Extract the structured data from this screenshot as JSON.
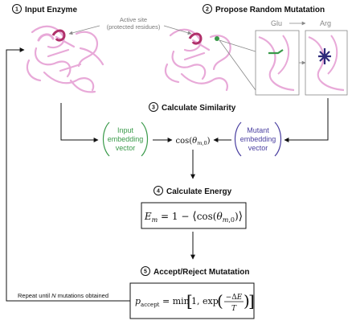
{
  "steps": [
    {
      "num": "1",
      "title": "Input Enzyme"
    },
    {
      "num": "2",
      "title": "Propose Random Mutatation"
    },
    {
      "num": "3",
      "title": "Calculate Similarity"
    },
    {
      "num": "4",
      "title": "Calculate Energy"
    },
    {
      "num": "5",
      "title": "Accept/Reject Mutatation"
    }
  ],
  "annotation": {
    "line1": "Active site",
    "line2": "(protected residues)"
  },
  "mutation": {
    "from": "Glu",
    "to": "Arg"
  },
  "vectors": {
    "input": [
      "Input",
      "embedding",
      "vector"
    ],
    "mutant": [
      "Mutant",
      "embedding",
      "vector"
    ]
  },
  "similarity_formula": "cos(θm,0)",
  "energy_formula": "Em = 1 − ⟨cos(θm,0)⟩",
  "accept_formula": "paccept = min[1, exp(−ΔE/T)]",
  "loop_label": "Repeat until N mutations obtained",
  "colors": {
    "protein": "#e8a9d8",
    "active_site": "#b0306a",
    "embed_input": "#3a9a4a",
    "embed_mutant": "#4a3fa0"
  }
}
